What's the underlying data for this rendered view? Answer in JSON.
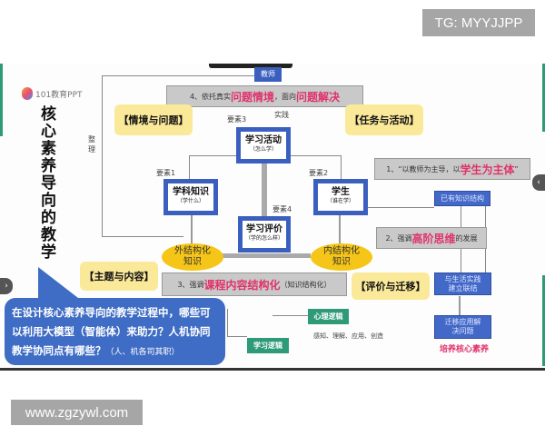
{
  "watermark_top": "TG: MYYJJPP",
  "watermark_bottom": "www.zgzywl.com",
  "logo": "101教育PPT",
  "title": "核心素养导向的教学",
  "teacher": "教师",
  "box4": {
    "a": "4、依托真实",
    "b": "问题情境",
    "c": "，面向",
    "d": "问题解决"
  },
  "practice": "实践",
  "organize": "整理",
  "tags": {
    "situation": "【情境与问题】",
    "task": "【任务与活动】",
    "topic": "【主题与内容】",
    "eval": "【评价与迁移】"
  },
  "elements": {
    "e1": "要素1",
    "e2": "要素2",
    "e3": "要素3",
    "e4": "要素4"
  },
  "nodes": {
    "activity": {
      "title": "学习活动",
      "sub": "（怎么学）"
    },
    "knowledge": {
      "title": "学科知识",
      "sub": "（学什么）"
    },
    "student": {
      "title": "学生",
      "sub": "（谁在学）"
    },
    "evaluation": {
      "title": "学习评价",
      "sub": "（学的怎么样）"
    }
  },
  "box1": {
    "a": "1、“以教师为主导，以",
    "b": "学生为主体",
    "c": "”"
  },
  "box2": {
    "a": "2、强调",
    "b": "高阶思维",
    "c": "的发展"
  },
  "box3": {
    "a": "3、强调",
    "b": "课程内容结构化",
    "c": "（知识结构化）"
  },
  "outer_knowledge": "外结构化知识",
  "inner_knowledge": "内结构化知识",
  "existing": "已有知识结构",
  "connect": "与生活实践建立联结",
  "transfer": "迁移应用解决问题",
  "cultivate": "培养核心素养",
  "psych": "心理逻辑",
  "psych_steps": "感知、理解、应用、创造",
  "learning_logic": "学习逻辑",
  "bubble": {
    "main": "在设计核心素养导向的教学过程中，哪些可以利用大模型（智能体）来助力？人机协同教学协同点有哪些？",
    "note": "（人、机各司其职）"
  },
  "colors": {
    "accent_red": "#e0326a",
    "node_blue": "#3a5fbf",
    "yellow": "#fbe99a",
    "green": "#2e9a78"
  }
}
